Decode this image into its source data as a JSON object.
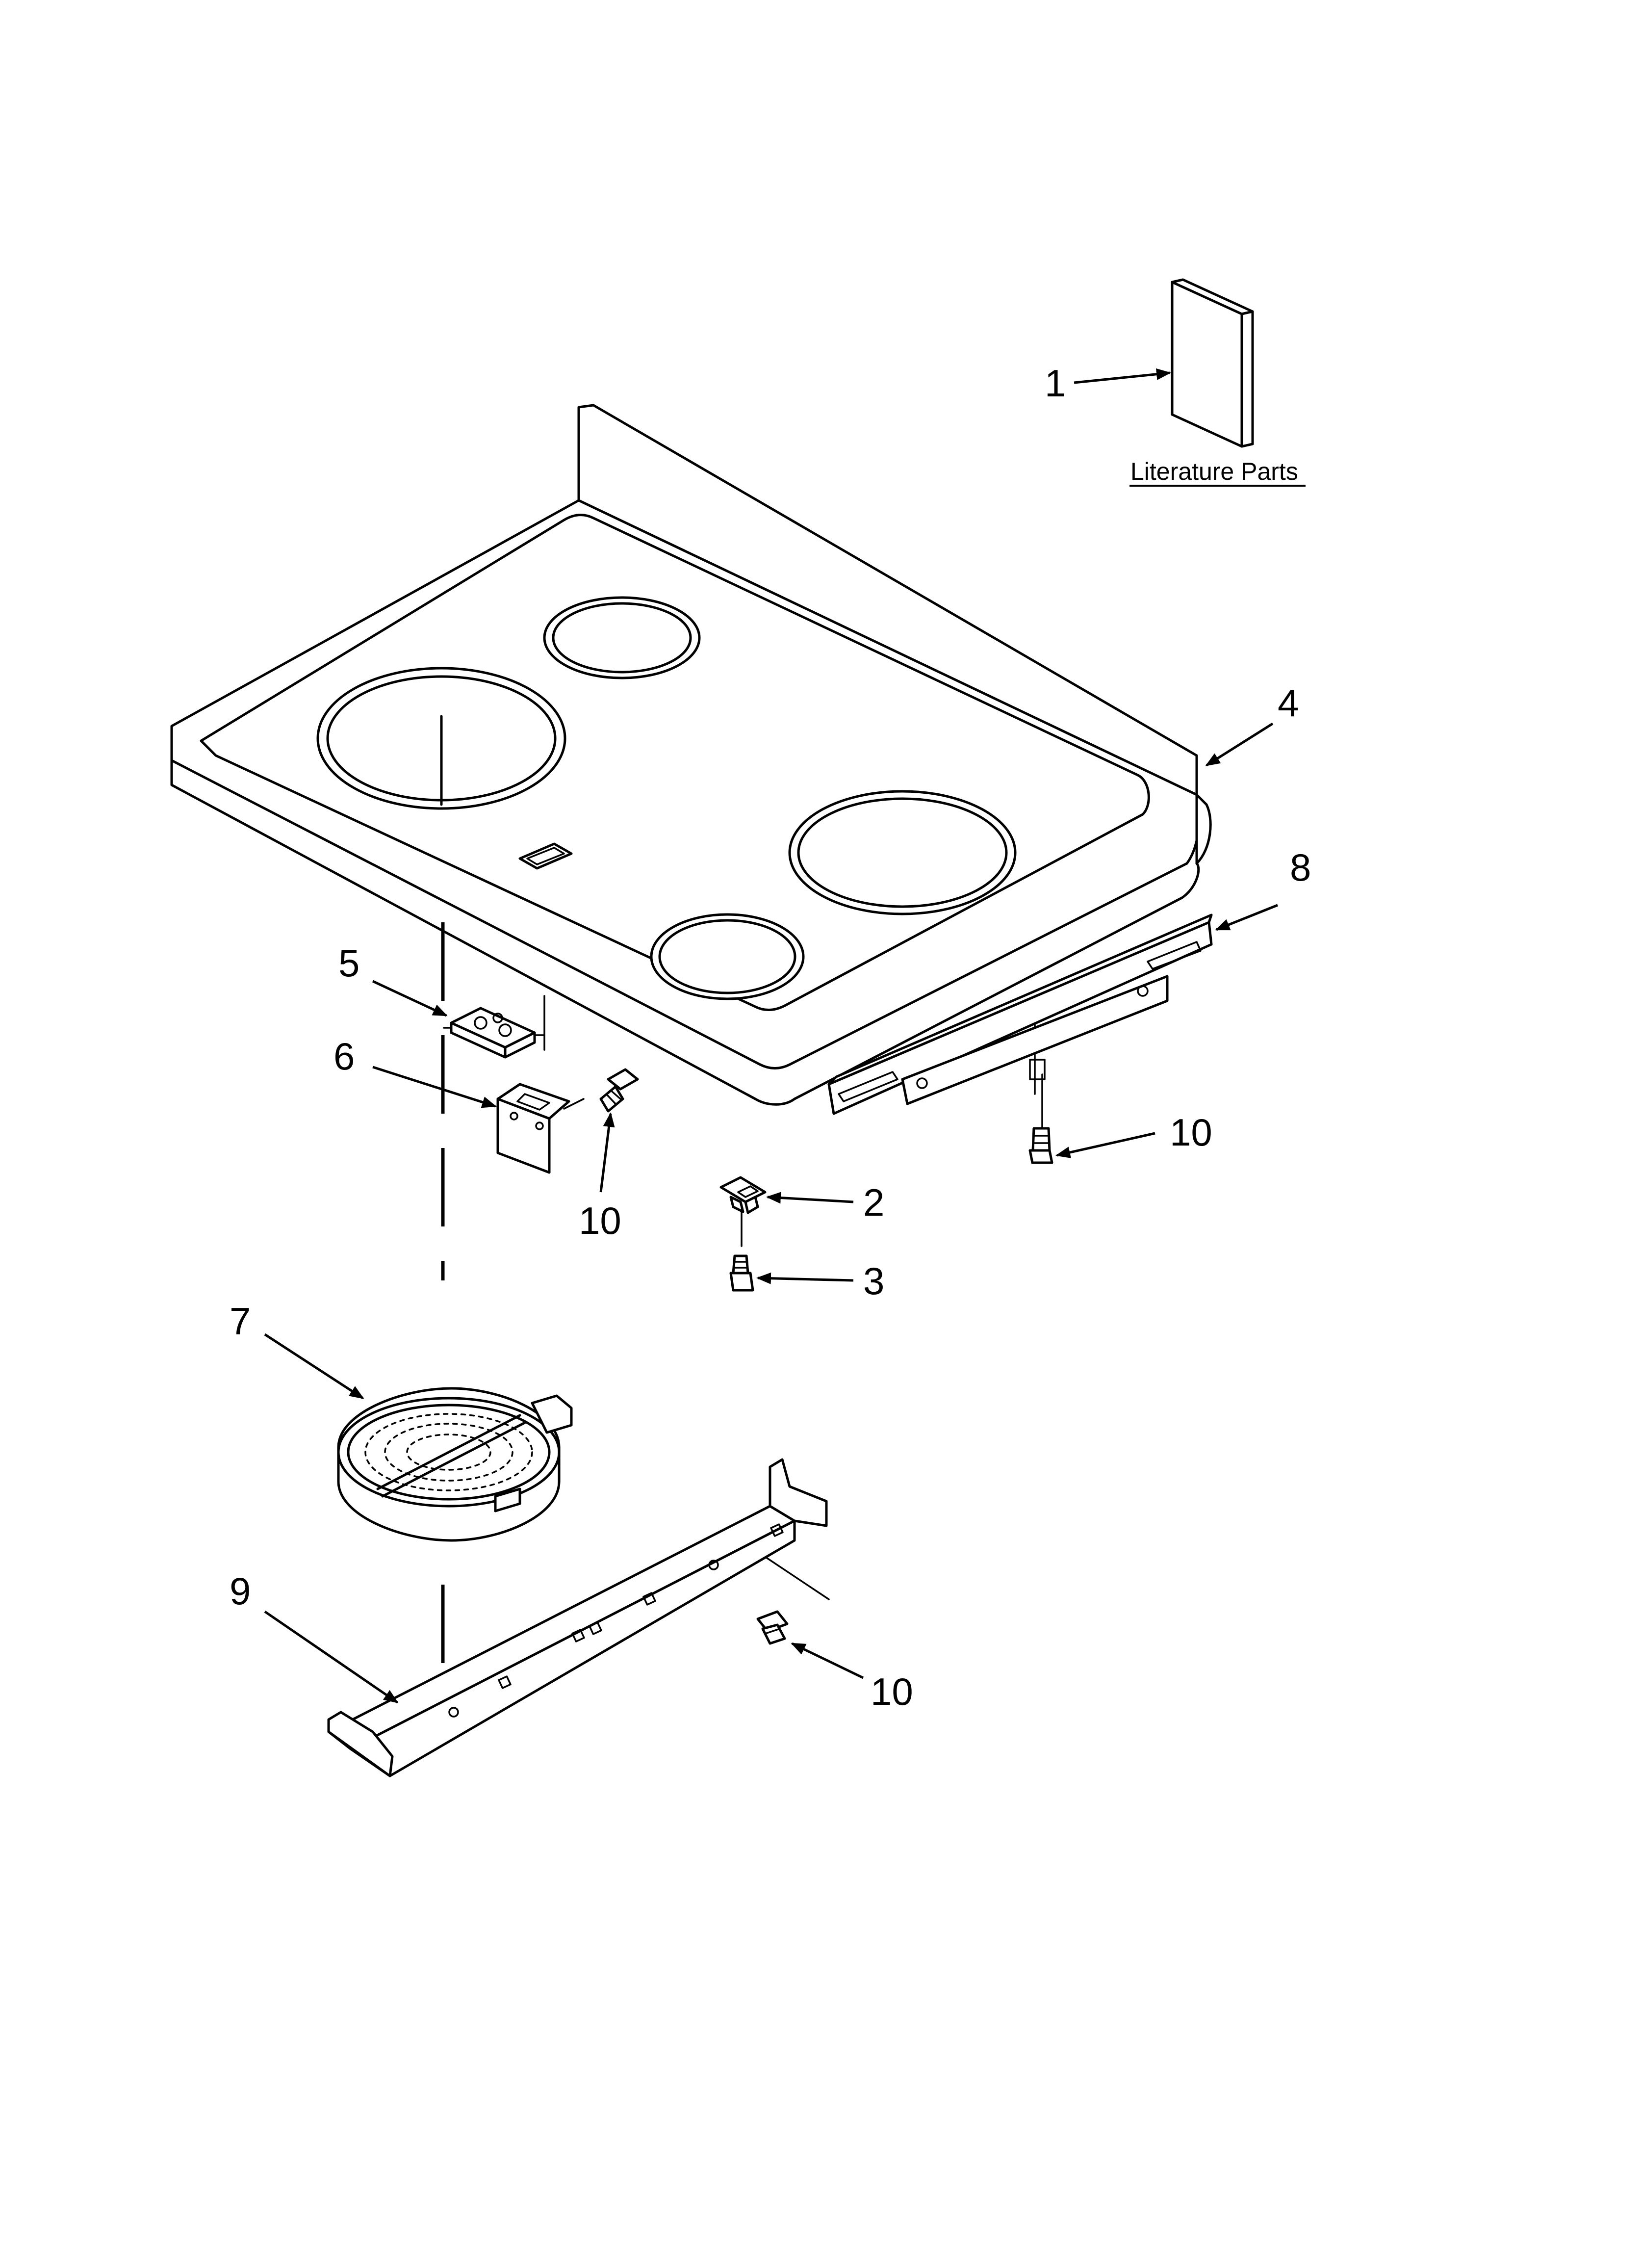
{
  "diagram": {
    "literature_caption": "Literature Parts",
    "callouts": [
      {
        "id": "c1",
        "label": "1"
      },
      {
        "id": "c2",
        "label": "2"
      },
      {
        "id": "c3",
        "label": "3"
      },
      {
        "id": "c4",
        "label": "4"
      },
      {
        "id": "c5",
        "label": "5"
      },
      {
        "id": "c6",
        "label": "6"
      },
      {
        "id": "c7",
        "label": "7"
      },
      {
        "id": "c8",
        "label": "8"
      },
      {
        "id": "c9",
        "label": "9"
      },
      {
        "id": "c10a",
        "label": "10"
      },
      {
        "id": "c10b",
        "label": "10"
      },
      {
        "id": "c10c",
        "label": "10"
      }
    ]
  }
}
